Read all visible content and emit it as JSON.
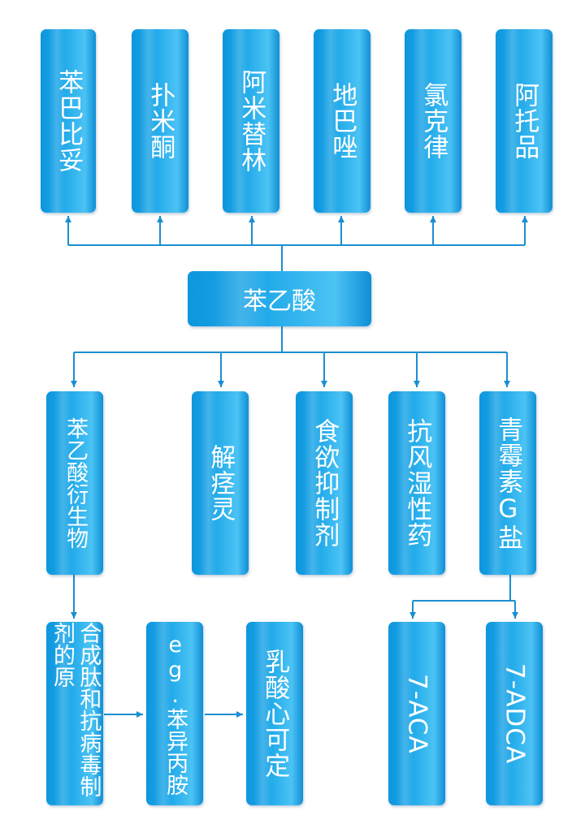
{
  "colors": {
    "box_fill": "#1da6e8",
    "connector": "#1a8fd0",
    "text": "#ffffff"
  },
  "root": {
    "label": "苯乙酸"
  },
  "top_row": [
    {
      "label": "苯巴比妥"
    },
    {
      "label": "扑米酮"
    },
    {
      "label": "阿米替林"
    },
    {
      "label": "地巴唑"
    },
    {
      "label": "氯克律"
    },
    {
      "label": "阿托品"
    }
  ],
  "middle_row": [
    {
      "label": "苯乙酸衍生物"
    },
    {
      "label": "解痉灵"
    },
    {
      "label": "食欲抑制剂"
    },
    {
      "label": "抗风湿性药"
    },
    {
      "label": "青霉素G盐"
    }
  ],
  "bottom_row": [
    {
      "label": "合成肽和抗病毒制剂的原"
    },
    {
      "label": "eg.苯异丙胺"
    },
    {
      "label": "乳酸心可定"
    },
    {
      "label": "7-ACA"
    },
    {
      "label": "7-ADCA"
    }
  ]
}
